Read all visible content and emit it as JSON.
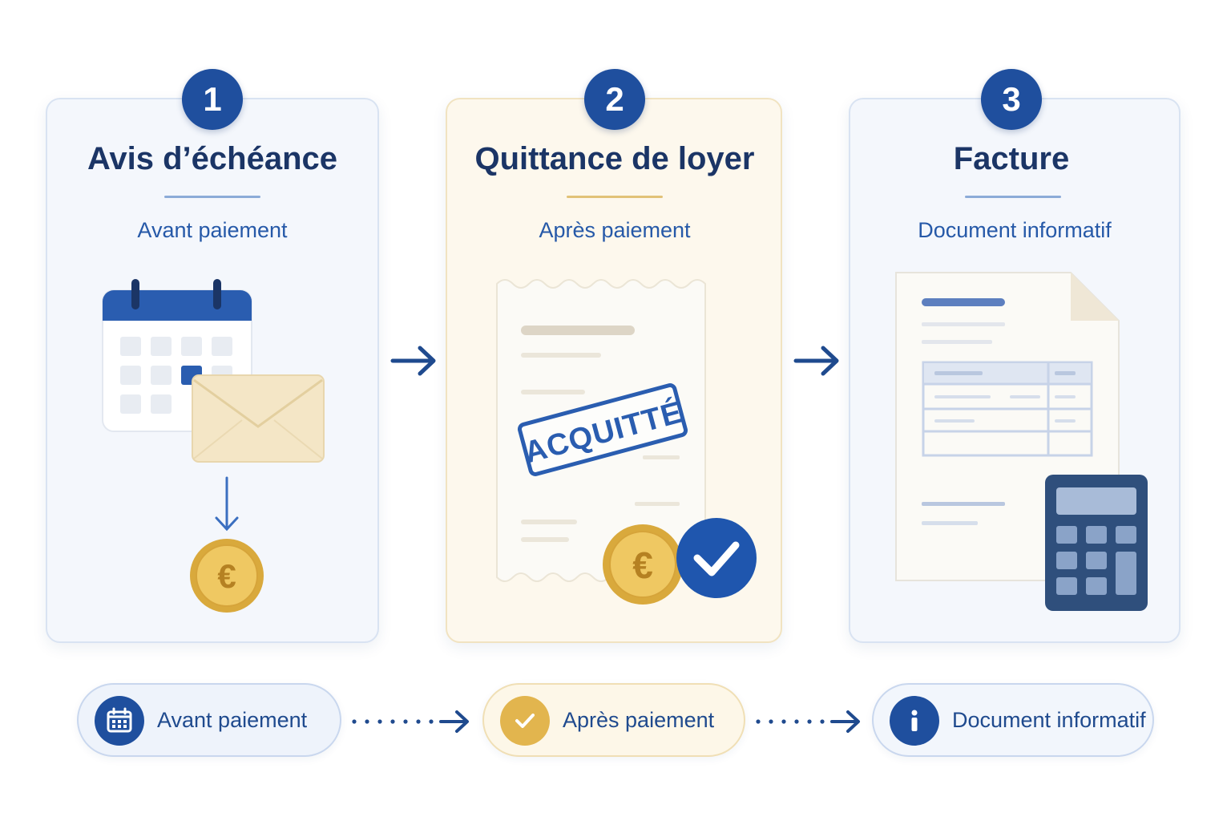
{
  "steps": [
    {
      "number": "1",
      "title": "Avis d’échéance",
      "subtitle": "Avant paiement"
    },
    {
      "number": "2",
      "title": "Quittance de loyer",
      "subtitle": "Après paiement",
      "stamp": "ACQUITTÉ"
    },
    {
      "number": "3",
      "title": "Facture",
      "subtitle": "Document informatif"
    }
  ],
  "pills": [
    {
      "label": "Avant paiement",
      "icon": "calendar-icon"
    },
    {
      "label": "Après paiement",
      "icon": "check-icon"
    },
    {
      "label": "Document informatif",
      "icon": "info-icon"
    }
  ],
  "colors": {
    "primary": "#1f4f9e",
    "gold": "#e2b54e",
    "card_blue": "#f4f7fc",
    "card_gold": "#fdf8ed"
  }
}
